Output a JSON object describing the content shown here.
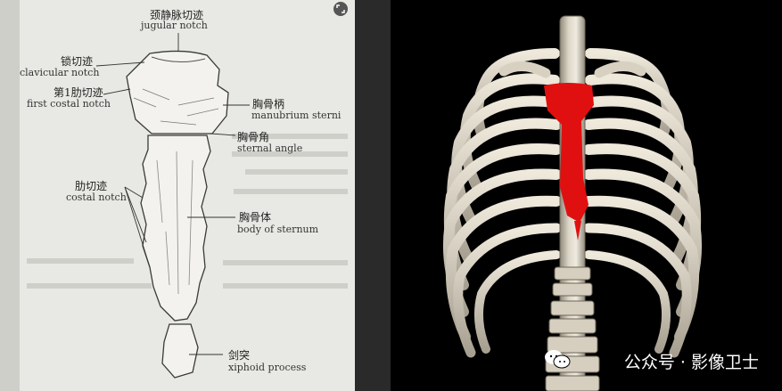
{
  "labels": {
    "jugular_zh": "颈静脉切迹",
    "jugular_en": "jugular notch",
    "clavicular_zh": "锁切迹",
    "clavicular_en": "clavicular notch",
    "first_costal_zh": "第1肋切迹",
    "first_costal_en": "first costal notch",
    "manubrium_zh": "胸骨柄",
    "manubrium_en": "manubrium sterni",
    "sternal_angle_zh": "胸骨角",
    "sternal_angle_en": "sternal angle",
    "costal_zh": "肋切迹",
    "costal_en": "costal notch",
    "body_zh": "胸骨体",
    "body_en": "body of sternum",
    "xiphoid_zh": "剑突",
    "xiphoid_en": "xiphoid process"
  },
  "watermark": "公众号 · 影像卫士",
  "icons": {
    "corner": "expand-icon",
    "watermark": "wechat-icon"
  },
  "colors": {
    "page_paper": "#e9e9e5",
    "bone": "#e4dfd2",
    "sternum_highlight": "#e11010",
    "ct_background": "#000000"
  }
}
